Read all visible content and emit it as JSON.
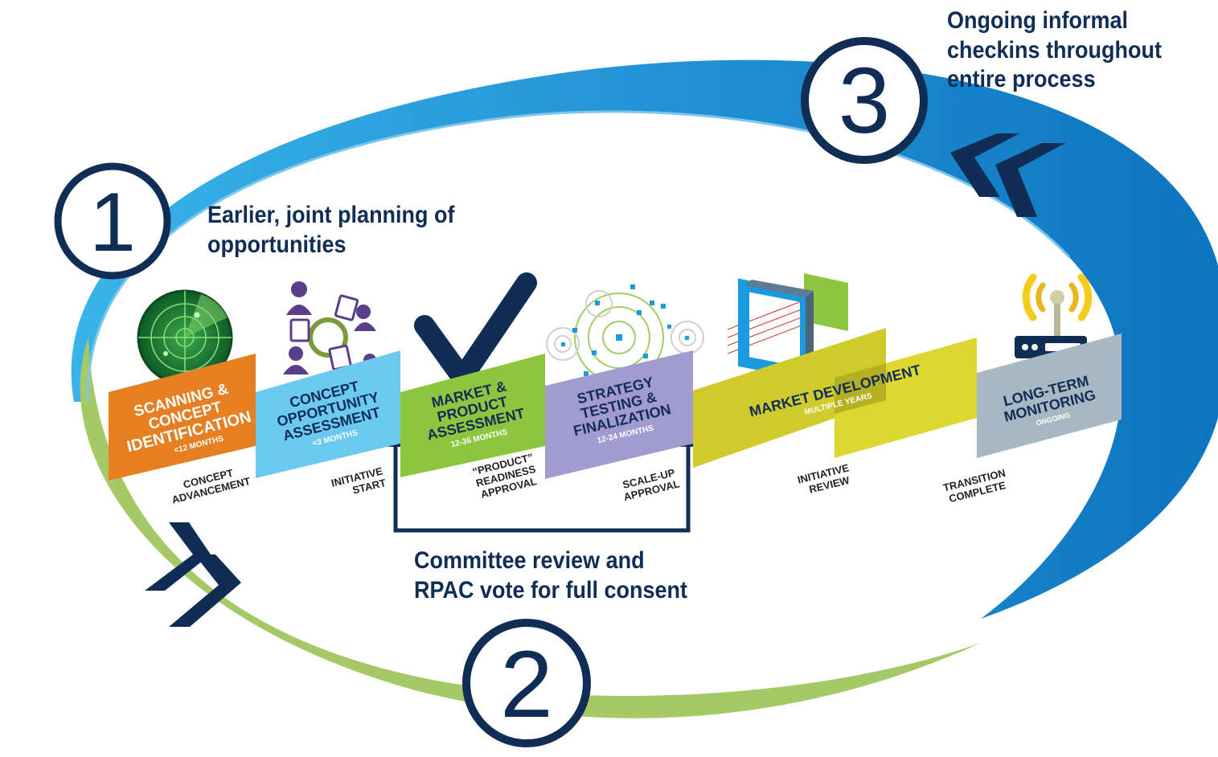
{
  "callouts": [
    {
      "number": "1",
      "text": "Earlier, joint planning of\nopportunities"
    },
    {
      "number": "2",
      "text": "Committee review and\nRPAC vote for full consent"
    },
    {
      "number": "3",
      "text": "Ongoing informal\ncheckins throughout\nentire process"
    }
  ],
  "stages": [
    {
      "title": [
        "SCANNING &",
        "CONCEPT",
        "IDENTIFICATION"
      ],
      "duration": "<12 MONTHS",
      "color": "#e67e22",
      "icon": "radar-icon"
    },
    {
      "title": [
        "CONCEPT",
        "OPPORTUNITY",
        "ASSESSMENT"
      ],
      "duration": "<3 MONTHS",
      "color": "#6ccaf0",
      "icon": "team-collaboration-icon"
    },
    {
      "title": [
        "MARKET &",
        "PRODUCT",
        "ASSESSMENT"
      ],
      "duration": "12-36 MONTHS",
      "color": "#8cc63f",
      "icon": "checkmark-icon"
    },
    {
      "title": [
        "STRATEGY",
        "TESTING &",
        "FINALIZATION"
      ],
      "duration": "12-24 MONTHS",
      "color": "#a29bd0",
      "icon": "network-targets-icon"
    },
    {
      "title": [
        "MARKET DEVELOPMENT"
      ],
      "duration": "MULTIPLE YEARS",
      "color": "#d4cf2e",
      "icon": "frame-transfer-icon"
    },
    {
      "title": [
        "LONG-TERM",
        "MONITORING"
      ],
      "duration": "ONGOING",
      "color": "#a7b8c3",
      "icon": "wireless-router-icon"
    }
  ],
  "gates": [
    {
      "lines": [
        "CONCEPT",
        "ADVANCEMENT"
      ]
    },
    {
      "lines": [
        "INITIATIVE",
        "START"
      ]
    },
    {
      "lines": [
        "“PRODUCT”",
        "READINESS",
        "APPROVAL"
      ]
    },
    {
      "lines": [
        "SCALE-UP",
        "APPROVAL"
      ]
    },
    {
      "lines": [
        "INITIATIVE",
        "REVIEW"
      ]
    },
    {
      "lines": [
        "TRANSITION",
        "COMPLETE"
      ]
    }
  ],
  "colors": {
    "navy": "#0f2d55",
    "ring_blue": "#1a9be0",
    "ring_blue_dark": "#0b6fb8",
    "ring_green": "#a6c967"
  }
}
